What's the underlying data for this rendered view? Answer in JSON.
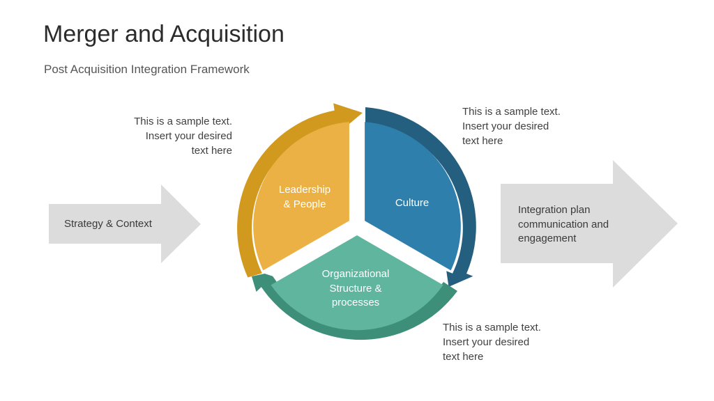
{
  "header": {
    "title": "Merger and Acquisition",
    "subtitle": "Post Acquisition Integration Framework"
  },
  "input_arrow": {
    "label": "Strategy & Context"
  },
  "output_arrow": {
    "lines": [
      "Integration plan",
      "communication  and",
      "engagement"
    ]
  },
  "segments": {
    "leadership": {
      "lines": [
        "Leadership",
        "& People"
      ],
      "color": "#EBB145",
      "ring_color": "#D19A1F"
    },
    "culture": {
      "lines": [
        "Culture"
      ],
      "color": "#2F7FAD",
      "ring_color": "#245F80"
    },
    "organization": {
      "lines": [
        "Organizational",
        "Structure  &",
        "processes"
      ],
      "color": "#5FB59E",
      "ring_color": "#3E8F7A"
    }
  },
  "notes": {
    "left": [
      "This is a sample text.",
      "Insert your desired",
      "text here"
    ],
    "right_top": [
      "This is a sample  text.",
      "Insert your desired",
      "text here"
    ],
    "right_bottom": [
      "This is a sample  text.",
      "Insert your desired",
      "text here"
    ]
  },
  "colors": {
    "arrow_gray": "#DCDCDC"
  }
}
